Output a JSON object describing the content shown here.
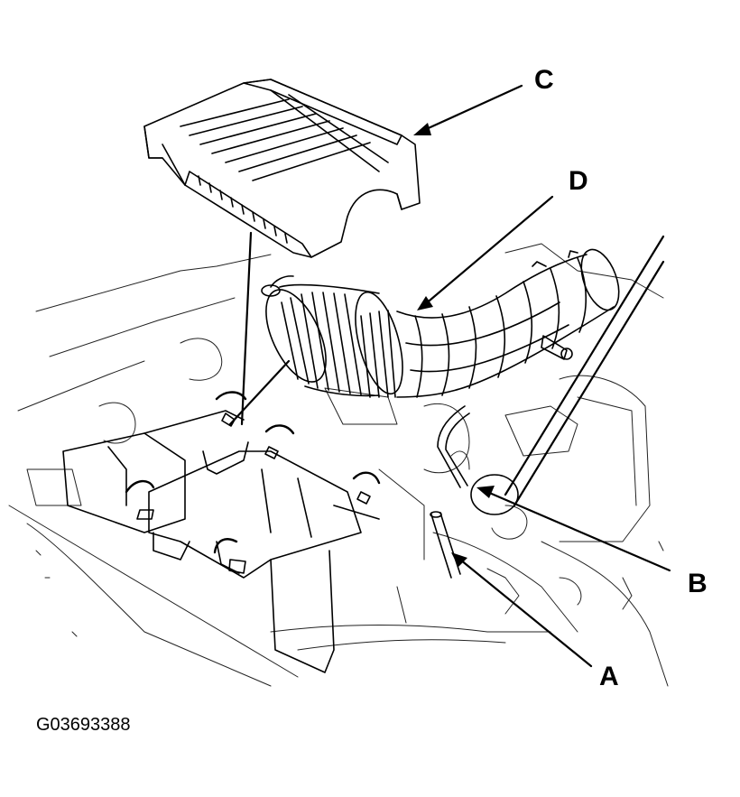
{
  "figure": {
    "id": "G03693388"
  },
  "callouts": {
    "a": "A",
    "b": "B",
    "c": "C",
    "d": "D"
  },
  "parts": [
    "air-cleaner-cover",
    "intake-duct",
    "air-cleaner-housing",
    "hose-clamps",
    "engine-bay"
  ],
  "colors": {
    "line": "#000000",
    "background": "#ffffff"
  }
}
